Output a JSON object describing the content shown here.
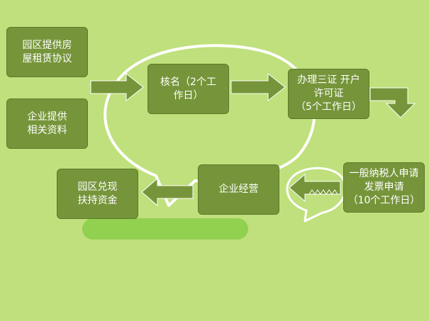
{
  "colors": {
    "background": "#bfe07c",
    "box_fill": "#76953a",
    "box_border": "#5d7a2a",
    "arrow_fill": "#76953a",
    "bubble_stroke": "#ffffff",
    "bar_fill": "#92d050"
  },
  "nodes": [
    {
      "id": "b1",
      "text": "园区提供房\n屋租赁协议"
    },
    {
      "id": "b2",
      "text": "企业提供\n相关资料"
    },
    {
      "id": "b3",
      "text": "核名（2个工\n作日）"
    },
    {
      "id": "b4",
      "text": "办理三证 开户\n许可证\n（5个工作日）"
    },
    {
      "id": "b5",
      "text": "一般纳税人申请\n发票申请\n（10个工作日）"
    },
    {
      "id": "b6",
      "text": "企业经营"
    },
    {
      "id": "b7",
      "text": "园区兑现\n扶持资金"
    }
  ]
}
